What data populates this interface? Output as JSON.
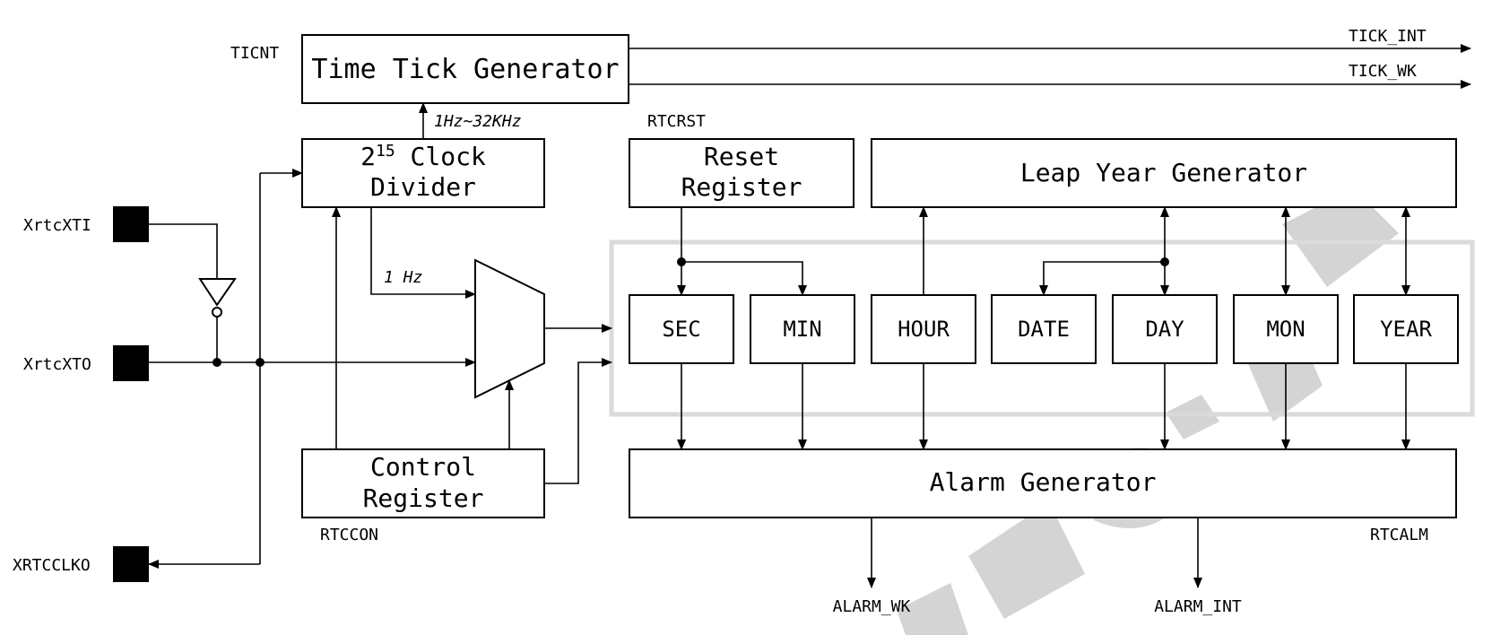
{
  "blocks": {
    "time_tick_generator": "Time Tick Generator",
    "clock_divider_line1_base": "2",
    "clock_divider_line1_sup": "15",
    "clock_divider_line1_rest": " Clock",
    "clock_divider_line2": "Divider",
    "reset_register_line1": "Reset",
    "reset_register_line2": "Register",
    "leap_year_generator": "Leap Year Generator",
    "control_register_line1": "Control",
    "control_register_line2": "Register",
    "alarm_generator": "Alarm Generator"
  },
  "time_units": [
    "SEC",
    "MIN",
    "HOUR",
    "DATE",
    "DAY",
    "MON",
    "YEAR"
  ],
  "register_labels": {
    "ticnt": "TICNT",
    "rtcrst": "RTCRST",
    "rtccon": "RTCCON",
    "rtcalm": "RTCALM"
  },
  "signals": {
    "tick_int": "TICK_INT",
    "tick_wk": "TICK_WK",
    "alarm_wk": "ALARM_WK",
    "alarm_int": "ALARM_INT",
    "freq_range": "1Hz~32KHz",
    "one_hz": "1 Hz"
  },
  "pins": {
    "xrtcxti": "XrtcXTI",
    "xrtcxto": "XrtcXTO",
    "xrtcclko": "XRTCCLKO"
  }
}
